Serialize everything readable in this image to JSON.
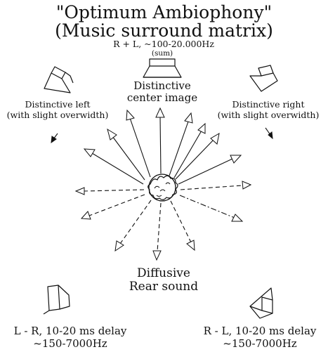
{
  "title_line1": "\"Optimum Ambiophony\"",
  "title_line2": "(Music surround matrix)",
  "center_formula": "R + L,  ~100-20.000Hz",
  "center_sum": "(sum)",
  "center_label_line1": "Distinctive",
  "center_label_line2": "center image",
  "left_label_line1": "Distinctive left",
  "left_label_line2": "(with slight overwidth)",
  "right_label_line1": "Distinctive right",
  "right_label_line2": "(with slight overwidth)",
  "rear_label_line1": "Diffusive",
  "rear_label_line2": "Rear sound",
  "rear_left_line1": "L - R,  10-20 ms delay",
  "rear_left_line2": "~150-7000Hz",
  "rear_right_line1": "R - L,  10-20 ms delay",
  "rear_right_line2": "~150-7000Hz",
  "speakers": [
    "front-left-speaker",
    "center-speaker",
    "front-right-speaker",
    "rear-left-speaker",
    "rear-right-speaker"
  ]
}
